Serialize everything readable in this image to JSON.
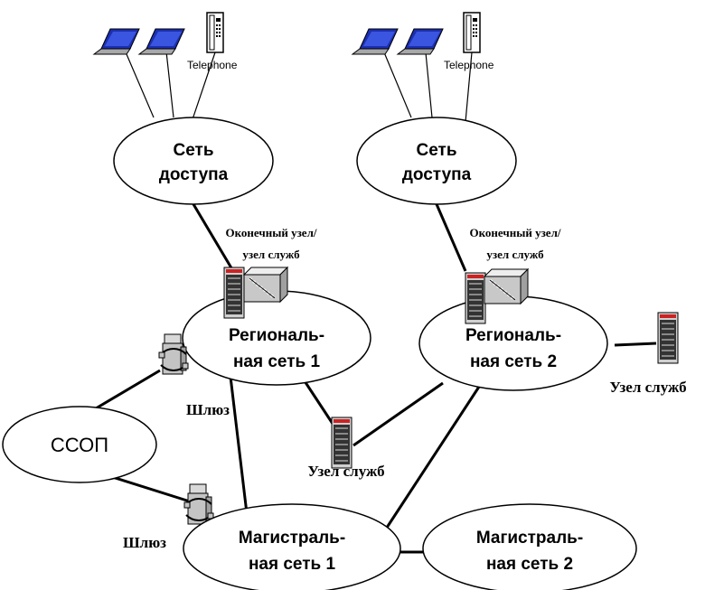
{
  "access_network_left": {
    "line1": "Сеть",
    "line2": "доступа"
  },
  "access_network_right": {
    "line1": "Сеть",
    "line2": "доступа"
  },
  "telephone_left": "Telephone",
  "telephone_right": "Telephone",
  "edge_node_left": {
    "line1": "Оконечный узел/",
    "line2": "узел служб"
  },
  "edge_node_right": {
    "line1": "Оконечный узел/",
    "line2": "узел служб"
  },
  "regional_1": {
    "line1": "Региональ-",
    "line2": "ная сеть 1"
  },
  "regional_2": {
    "line1": "Региональ-",
    "line2": "ная сеть 2"
  },
  "backbone_1": {
    "line1": "Магистраль-",
    "line2": "ная сеть 1"
  },
  "backbone_2": {
    "line1": "Магистраль-",
    "line2": "ная сеть 2"
  },
  "pstn": "ССОП",
  "gateway_top": "Шлюз",
  "gateway_bottom": "Шлюз",
  "service_node_center": "Узел служб",
  "service_node_right": "Узел служб"
}
